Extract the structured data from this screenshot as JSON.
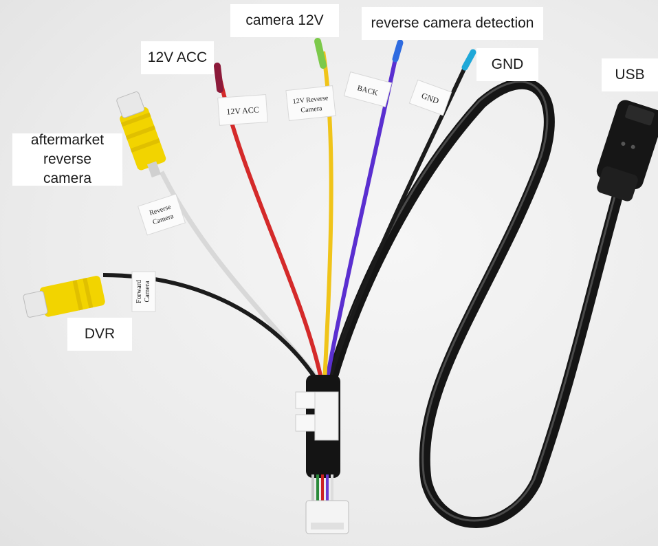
{
  "callouts": {
    "camera_12v": "camera 12V",
    "reverse_detect": "reverse camera detection",
    "acc_12v": "12V ACC",
    "gnd": "GND",
    "usb": "USB",
    "aftermarket": "aftermarket\nreverse camera",
    "dvr": "DVR"
  },
  "wire_tags": {
    "acc": "12V ACC",
    "reverse_l1": "12V Reverse",
    "reverse_l2": "Camera",
    "back": "BACK",
    "gnd": "GND",
    "rev_cam_l1": "Reverse",
    "rev_cam_l2": "Camera",
    "fwd_l1": "Forward",
    "fwd_l2": "Camera"
  },
  "colors": {
    "red": "#d42a2a",
    "yellow": "#f0c419",
    "purple": "#5a2fd0",
    "black": "#1b1b1b",
    "white": "#d8d8d8",
    "rca_yellow": "#f2d400"
  }
}
